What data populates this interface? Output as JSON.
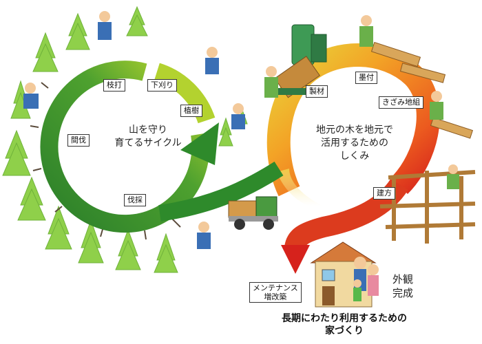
{
  "forest_cycle": {
    "center_text": [
      "山を守り",
      "育てるサイクル"
    ],
    "stages": [
      "枝打",
      "下刈り",
      "植樹",
      "間伐",
      "伐採"
    ]
  },
  "local_wood": {
    "center_text": [
      "地元の木を地元で",
      "活用するための",
      "しくみ"
    ],
    "stages": [
      "製材",
      "墨付",
      "きざみ地組",
      "建方"
    ]
  },
  "maintenance_label": [
    "メンテナンス",
    "増改築"
  ],
  "completion_label": [
    "外観",
    "完成"
  ],
  "bottom_title": [
    "長期にわたり利用するための",
    "家づくり"
  ],
  "colors": {
    "ring_green_dark": "#2f8a2c",
    "ring_green_light": "#b6d632",
    "ring_orange": "#f08a1c",
    "ring_red": "#d8261e",
    "tree_green": "#8fd04a"
  }
}
